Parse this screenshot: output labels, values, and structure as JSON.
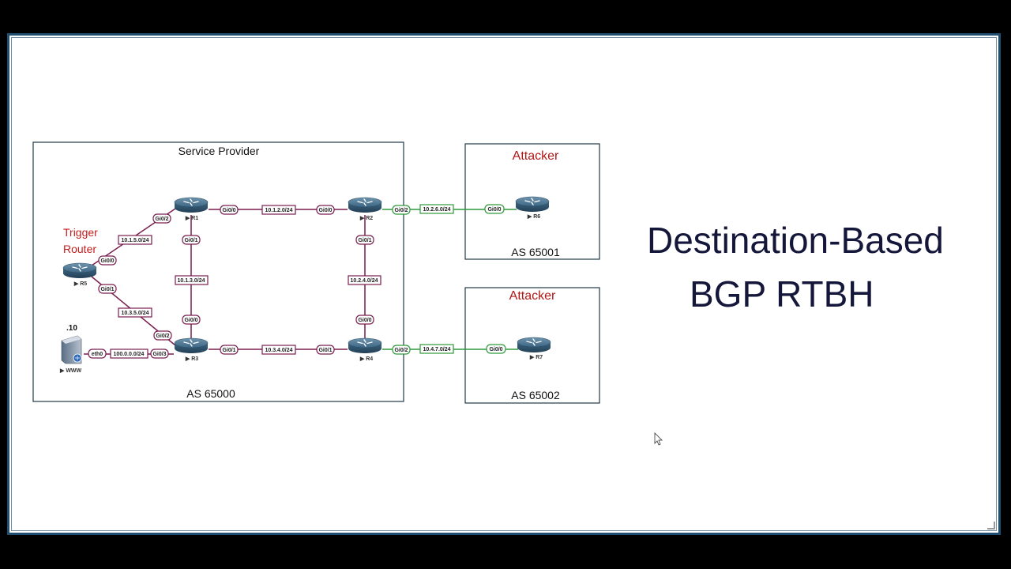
{
  "title": {
    "line1": "Destination-Based",
    "line2": "BGP RTBH"
  },
  "boxes": {
    "provider_title": "Service Provider",
    "provider_as": "AS 65000",
    "attacker1_title": "Attacker",
    "attacker1_as": "AS 65001",
    "attacker2_title": "Attacker",
    "attacker2_as": "AS 65002"
  },
  "trigger": {
    "line1": "Trigger",
    "line2": "Router"
  },
  "server": {
    "name": "WWW",
    "ip": ".10"
  },
  "routers": {
    "r1": "R1",
    "r2": "R2",
    "r3": "R3",
    "r4": "R4",
    "r5": "R5",
    "r6": "R6",
    "r7": "R7"
  },
  "subnets": {
    "r1_r2": "10.1.2.0/24",
    "r3_r4": "10.3.4.0/24",
    "r1_r3": "10.1.3.0/24",
    "r2_r4": "10.2.4.0/24",
    "r1_r5": "10.1.5.0/24",
    "r3_r5": "10.3.5.0/24",
    "www_r3": "100.0.0.0/24",
    "r2_r6": "10.2.6.0/24",
    "r4_r7": "10.4.7.0/24"
  },
  "interfaces": {
    "r1_to_r2": "Gi0/0",
    "r2_to_r1": "Gi0/0",
    "r1_to_r5": "Gi0/2",
    "r1_to_r3": "Gi0/1",
    "r3_to_r1": "Gi0/0",
    "r2_to_r4": "Gi0/1",
    "r4_to_r2": "Gi0/0",
    "r3_to_r4": "Gi0/1",
    "r4_to_r3": "Gi0/1",
    "r3_to_r5": "Gi0/2",
    "r3_to_www": "Gi0/3",
    "www_to_r3": "eth0",
    "r5_to_r1": "Gi0/0",
    "r5_to_r3": "Gi0/1",
    "r2_to_r6": "Gi0/2",
    "r6_to_r2": "Gi0/0",
    "r4_to_r7": "Gi0/2",
    "r7_to_r4": "Gi0/0"
  },
  "colors": {
    "internal_link": "#7a1d4f",
    "external_link": "#2e9a3a",
    "attacker_text": "#b01818",
    "trigger_text": "#c41e1e",
    "box_border": "#203848",
    "title_text": "#14173a"
  },
  "icons": {
    "router": "router-icon",
    "server": "server-icon",
    "cursor": "mouse-cursor-icon"
  }
}
